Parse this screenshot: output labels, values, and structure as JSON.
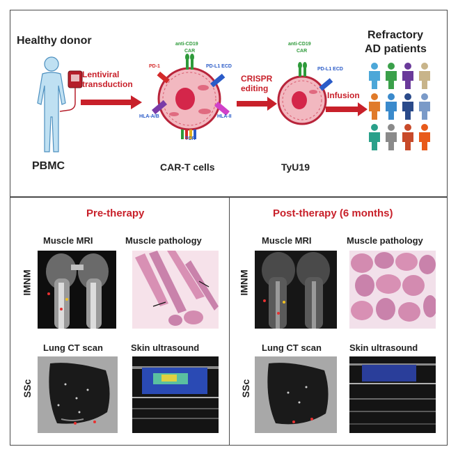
{
  "top": {
    "donor_label": "Healthy donor",
    "pbmc_label": "PBMC",
    "arrow1_line1": "Lentiviral",
    "arrow1_line2": "transduction",
    "cart_label": "CAR-T cells",
    "arrow2_line1": "CRISPR",
    "arrow2_line2": "editing",
    "tyu_label": "TyU19",
    "arrow3_label": "Infusion",
    "patients_line1": "Refractory",
    "patients_line2": "AD patients",
    "cart_markers": {
      "anti_cd19": "anti-CD19",
      "car": "CAR",
      "pd1": "PD-1",
      "pdl1": "PD-L1 ECD",
      "hla_ab": "HLA-A/B",
      "hla_ii": "HLA-II",
      "tcr": "TCR"
    },
    "tyu_markers": {
      "anti_cd19": "anti-CD19",
      "car": "CAR",
      "pdl1": "PD-L1 ECD"
    },
    "colors": {
      "arrow": "#c8202a",
      "cell_fill": "#f2b8c0",
      "cell_border": "#b8243a",
      "green_label": "#2e9a3a",
      "red_label": "#d42a2a",
      "blue_label": "#2a5bc8",
      "purple_label": "#7a3aa8"
    },
    "patient_colors": [
      "#4ca7d8",
      "#3aa04a",
      "#6a3a9a",
      "#c8b48a",
      "#e07a2a",
      "#3a8acc",
      "#2a4a8a",
      "#7a9ac8",
      "#2aa08a",
      "#8a8a8a",
      "#c84a2a",
      "#e85a1a"
    ]
  },
  "pre": {
    "title": "Pre-therapy",
    "mri_label": "Muscle MRI",
    "pathology_label": "Muscle pathology",
    "ct_label": "Lung CT scan",
    "us_label": "Skin ultrasound",
    "row1": "IMNM",
    "row2": "SSc"
  },
  "post": {
    "title": "Post-therapy (6 months)",
    "mri_label": "Muscle MRI",
    "pathology_label": "Muscle pathology",
    "ct_label": "Lung CT scan",
    "us_label": "Skin ultrasound",
    "row1": "IMNM",
    "row2": "SSc"
  }
}
